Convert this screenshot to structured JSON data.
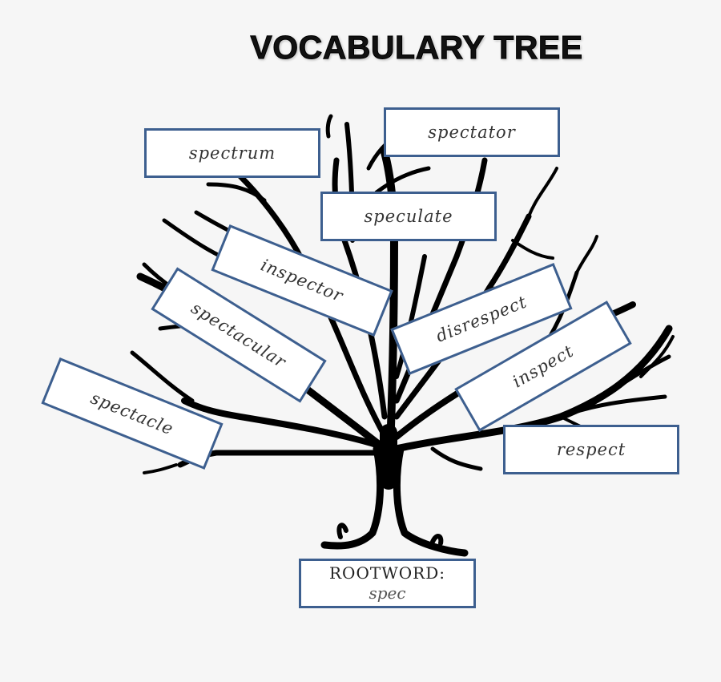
{
  "title": "VOCABULARY TREE",
  "colors": {
    "background": "#f6f6f6",
    "card_border": "#3d5f8f",
    "card_fill": "#ffffff",
    "tree": "#000000",
    "text": "#333333"
  },
  "root": {
    "label": "ROOTWORD:",
    "value": "spec"
  },
  "words": [
    {
      "text": "spectrum",
      "rotation_deg": 0
    },
    {
      "text": "spectator",
      "rotation_deg": 0
    },
    {
      "text": "speculate",
      "rotation_deg": 0
    },
    {
      "text": "inspector",
      "rotation_deg": 22
    },
    {
      "text": "spectacular",
      "rotation_deg": 32
    },
    {
      "text": "spectacle",
      "rotation_deg": 22
    },
    {
      "text": "disrespect",
      "rotation_deg": -22
    },
    {
      "text": "inspect",
      "rotation_deg": -30
    },
    {
      "text": "respect",
      "rotation_deg": 0
    }
  ]
}
